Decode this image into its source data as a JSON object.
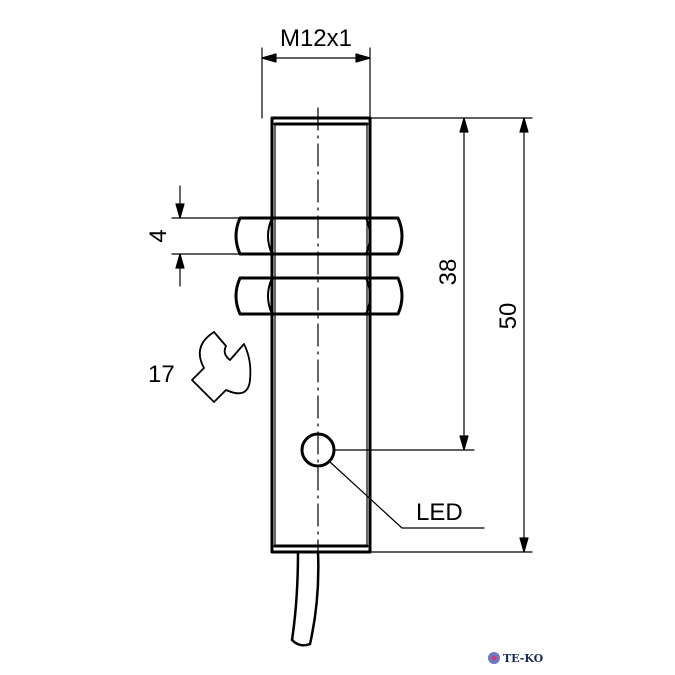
{
  "thread_label": "M12x1",
  "dimensions": {
    "nut_thickness": "4",
    "led_distance": "38",
    "total_length": "50",
    "wrench_size": "17"
  },
  "led_label": "LED",
  "logo": {
    "text": "TE-KO"
  }
}
